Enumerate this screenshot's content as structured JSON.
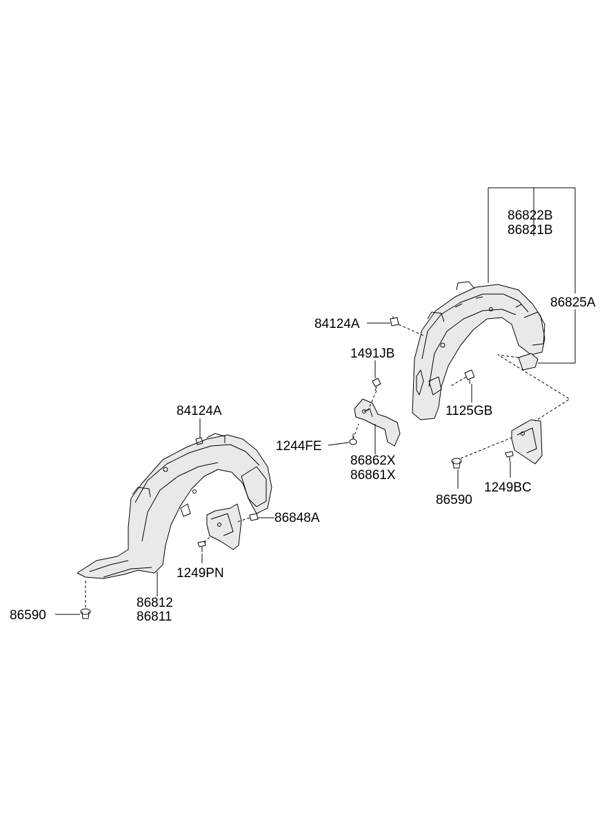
{
  "callouts": {
    "rear_upper_1": "86822B",
    "rear_upper_2": "86821B",
    "rear_guard_right": "86825A",
    "rear_clip_left": "84124A",
    "bracket_bolt": "1491JB",
    "rear_screw": "1125GB",
    "front_clip": "84124A",
    "bracket_screw": "1244FE",
    "bracket_1": "86862X",
    "bracket_2": "86861X",
    "rear_fastener": "86590",
    "rear_flap_screw": "1249BC",
    "front_flap_clip": "86848A",
    "front_flap_screw": "1249PN",
    "front_fastener": "86590",
    "front_guard_1": "86812",
    "front_guard_2": "86811"
  }
}
